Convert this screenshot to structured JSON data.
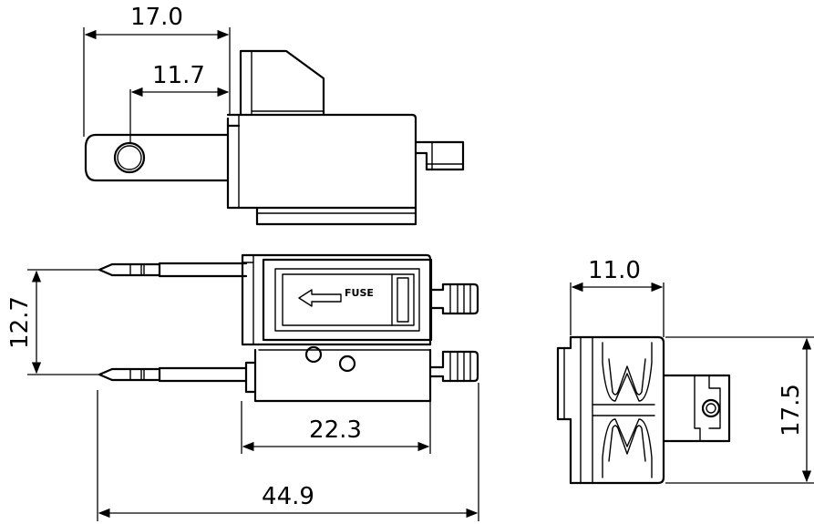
{
  "dimensions": {
    "top_overall": "17.0",
    "top_hole": "11.7",
    "front_pin_pitch": "12.7",
    "front_body": "22.3",
    "front_overall": "44.9",
    "side_width": "11.0",
    "side_height": "17.5"
  },
  "label": {
    "fuse": "FUSE"
  }
}
